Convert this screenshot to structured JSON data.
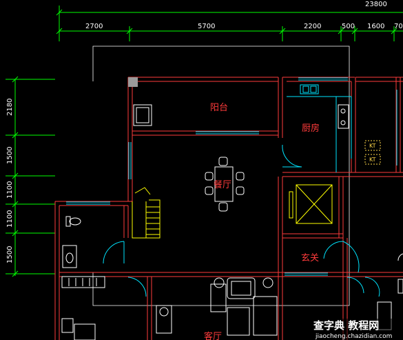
{
  "plan": {
    "top_dims": {
      "overall": "23800",
      "segments": [
        "2700",
        "5700",
        "2200",
        "500",
        "1600",
        "700"
      ]
    },
    "left_dims": [
      "2180",
      "1500",
      "1100",
      "1100",
      "1500"
    ],
    "rooms": {
      "balcony": "阳台",
      "kitchen": "厨房",
      "dining": "餐厅",
      "foyer": "玄关",
      "living": "客厅",
      "kt_top": "KT",
      "kt_bottom": "KT"
    }
  },
  "watermark": {
    "title": "查字典 教程网",
    "url": "jiaocheng.chazidian.com"
  },
  "colors": {
    "background": "#000000",
    "dimension_line": "#00ff00",
    "wall": "#ff3b3b",
    "window": "#00e5ff",
    "furniture": "#ffffff",
    "stair": "#ffff00",
    "room_label": "#ff3b3b"
  }
}
